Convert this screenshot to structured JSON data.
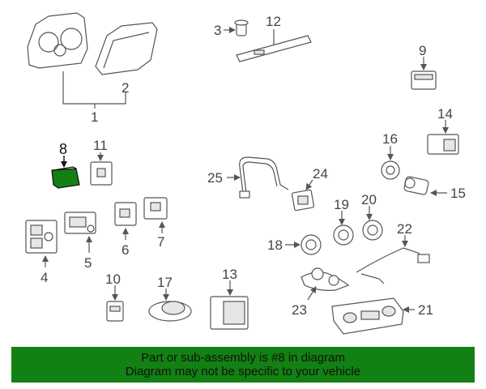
{
  "highlight_color": "#128012",
  "highlight_part": "8",
  "callouts": [
    "1",
    "2",
    "3",
    "4",
    "5",
    "6",
    "7",
    "8",
    "9",
    "10",
    "11",
    "12",
    "13",
    "14",
    "15",
    "16",
    "17",
    "18",
    "19",
    "20",
    "21",
    "22",
    "23",
    "24",
    "25"
  ],
  "banner": {
    "line1": "Part or sub-assembly is #8 in diagram",
    "line2": "Diagram may not be specific to your vehicle"
  }
}
